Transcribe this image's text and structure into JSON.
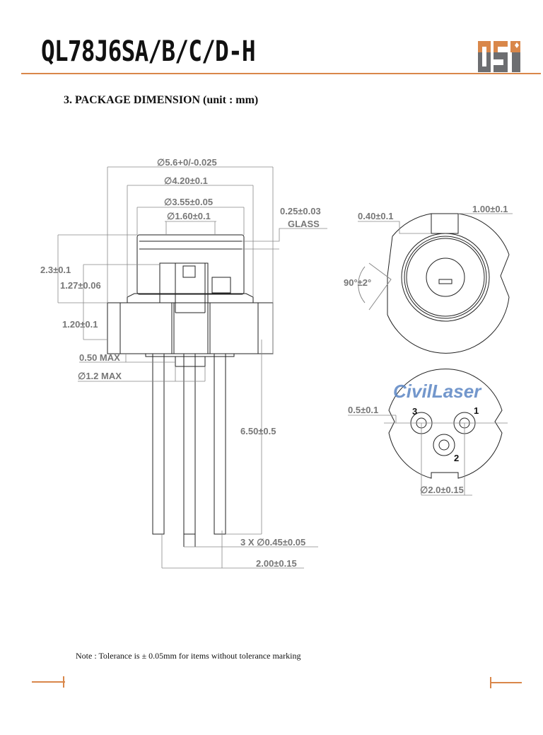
{
  "header": {
    "title": "QL78J6SA/B/C/D-H",
    "logo_text": "QSI"
  },
  "section_title": "3. PACKAGE DIMENSION (unit : mm)",
  "side_view": {
    "dia_outer": "∅5.6+0/-0.025",
    "dia_cap": "∅4.20±0.1",
    "dia_window": "∅3.55±0.05",
    "dia_aperture": "∅1.60±0.1",
    "glass_thickness": "0.25±0.03",
    "glass_label": "GLASS",
    "height_total": "2.3±0.1",
    "height_emit": "1.27±0.06",
    "base_height": "1.20±0.1",
    "stub_height": "0.50 MAX",
    "stub_dia": "∅1.2 MAX",
    "pin_length": "6.50±0.5",
    "pin_dia": "3 X ∅0.45±0.05",
    "pin_spacing": "2.00±0.15"
  },
  "top_view": {
    "tab_offset": "0.40±0.1",
    "tab_width": "1.00±0.1",
    "notch_angle": "90°±2°"
  },
  "bottom_view": {
    "notch_depth": "0.5±0.1",
    "pcd": "∅2.0±0.15",
    "pins": [
      "1",
      "2",
      "3"
    ],
    "watermark": "CivilLaser"
  },
  "note": "Note : Tolerance is ± 0.05mm for items without tolerance marking",
  "colors": {
    "accent": "#d9874a",
    "logo_gray": "#6d6e71",
    "watermark": "#5b86c4"
  }
}
